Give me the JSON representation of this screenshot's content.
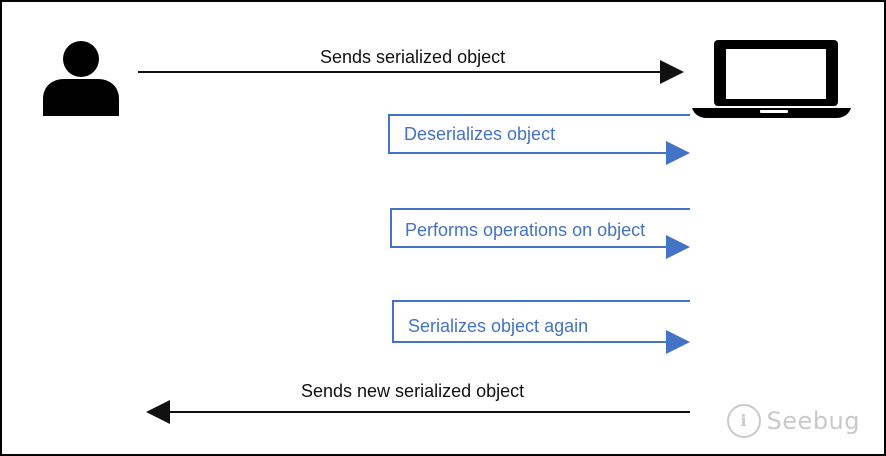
{
  "colors": {
    "black": "#111111",
    "blue": "#4472c4"
  },
  "icons": {
    "user": "user-icon",
    "laptop": "laptop-icon",
    "watermark": "seebug-logo-icon"
  },
  "labels": {
    "sends_serialized_object": "Sends serialized object",
    "deserializes_object": "Deserializes object",
    "performs_operations": "Performs operations on object",
    "serializes_again": "Serializes object again",
    "sends_new_serialized_object": "Sends new serialized object"
  },
  "watermark": {
    "text": "Seebug"
  }
}
